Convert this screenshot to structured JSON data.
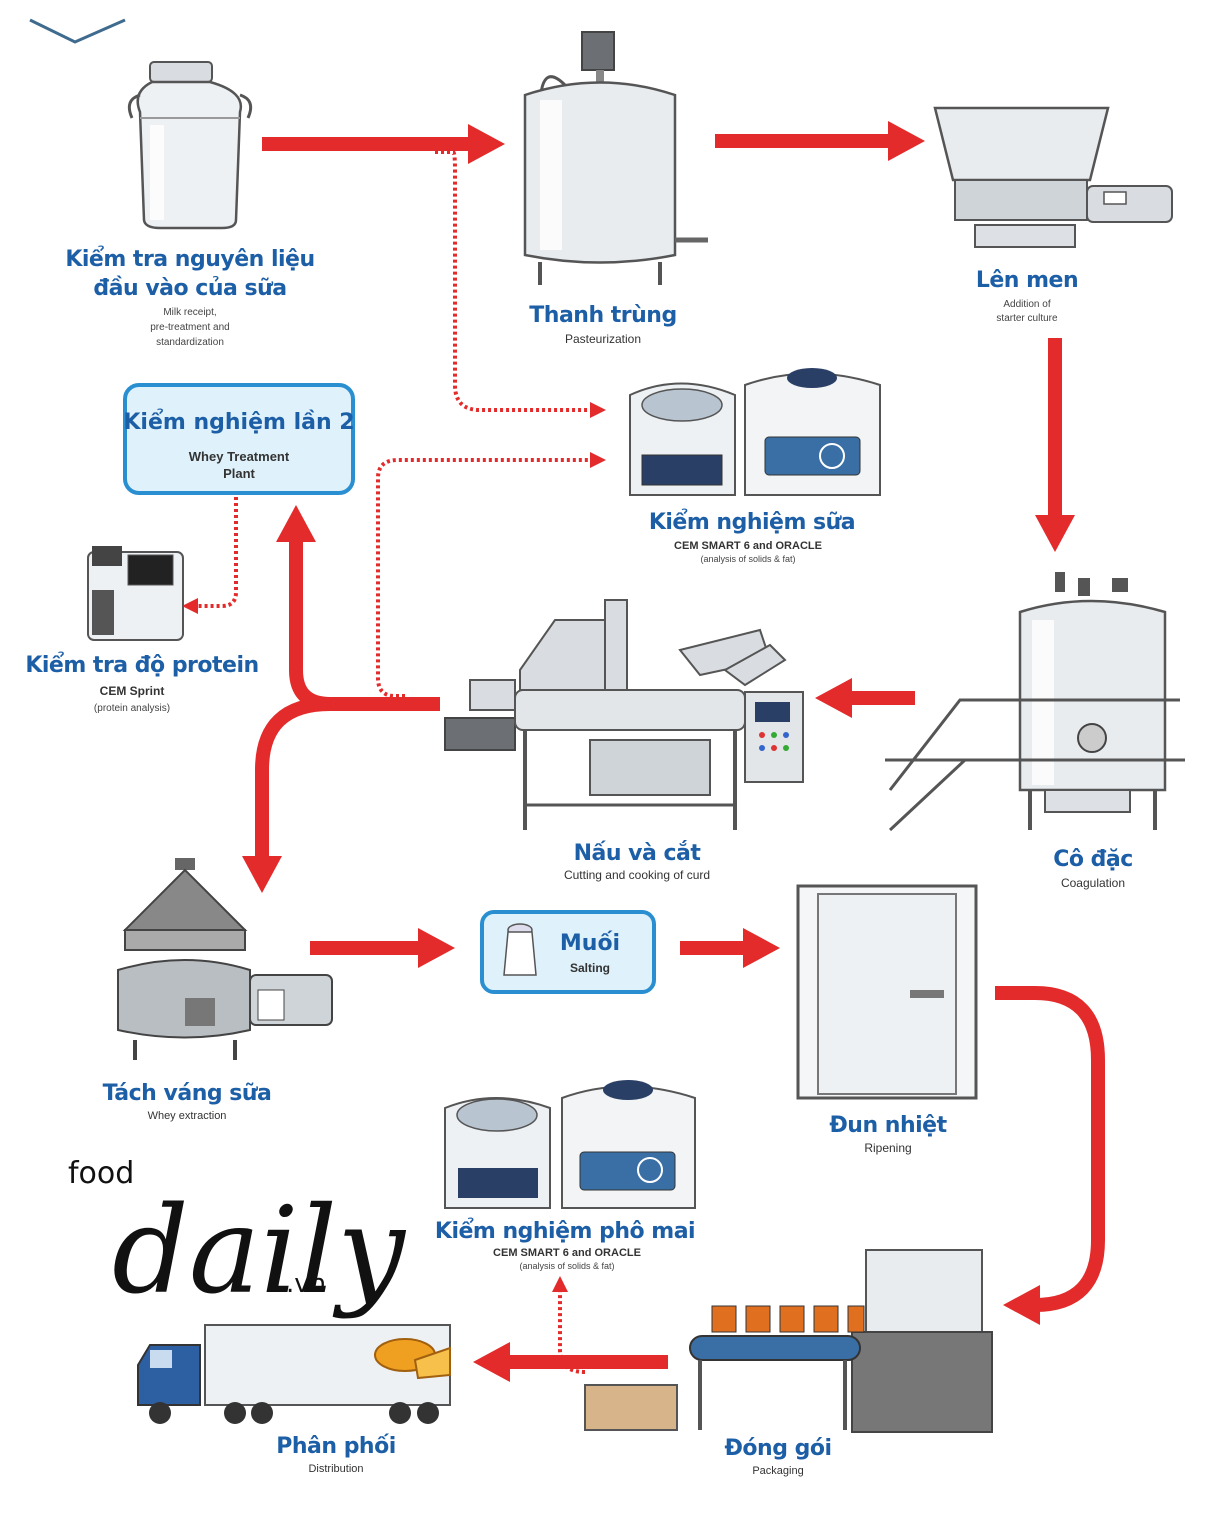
{
  "steps": {
    "milk": {
      "title_line1": "Kiểm tra nguyên liệu",
      "title_line2": "đầu vào của sữa",
      "sub_line1": "Milk receipt,",
      "sub_line2": "pre-treatment and",
      "sub_line3": "standardization"
    },
    "pasteurization": {
      "title": "Thanh trùng",
      "sub": "Pasteurization"
    },
    "fermentation": {
      "title": "Lên men",
      "sub_line1": "Addition of",
      "sub_line2": "starter culture"
    },
    "second_test": {
      "title": "Kiểm nghiệm lần 2",
      "sub_line1": "Whey Treatment",
      "sub_line2": "Plant"
    },
    "milk_test": {
      "title": "Kiểm nghiệm sữa",
      "sub": "CEM SMART 6 and ORACLE",
      "note": "(analysis of solids & fat)"
    },
    "protein": {
      "title": "Kiểm tra độ protein",
      "sub": "CEM Sprint",
      "note": "(protein analysis)"
    },
    "cooking": {
      "title": "Nấu và cắt",
      "sub": "Cutting and cooking of curd"
    },
    "coagulation": {
      "title": "Cô đặc",
      "sub": "Coagulation"
    },
    "whey": {
      "title": "Tách váng sữa",
      "sub": "Whey extraction"
    },
    "salting": {
      "title": "Muối",
      "sub": "Salting"
    },
    "ripening": {
      "title": "Đun nhiệt",
      "sub": "Ripening"
    },
    "cheese_test": {
      "title": "Kiểm nghiệm phô mai",
      "sub": "CEM SMART 6 and ORACLE",
      "note": "(analysis of solids & fat)"
    },
    "distribution": {
      "title": "Phân phối",
      "sub": "Distribution"
    },
    "packaging": {
      "title": "Đóng gói",
      "sub": "Packaging"
    }
  },
  "logo": {
    "food": "food",
    "daily": "daily",
    "vn": ".vn"
  },
  "colors": {
    "arrow": "#e32b2b",
    "title_blue": "#1d5fa6",
    "box_border": "#2a8fd0",
    "box_fill": "#dff1fb"
  }
}
